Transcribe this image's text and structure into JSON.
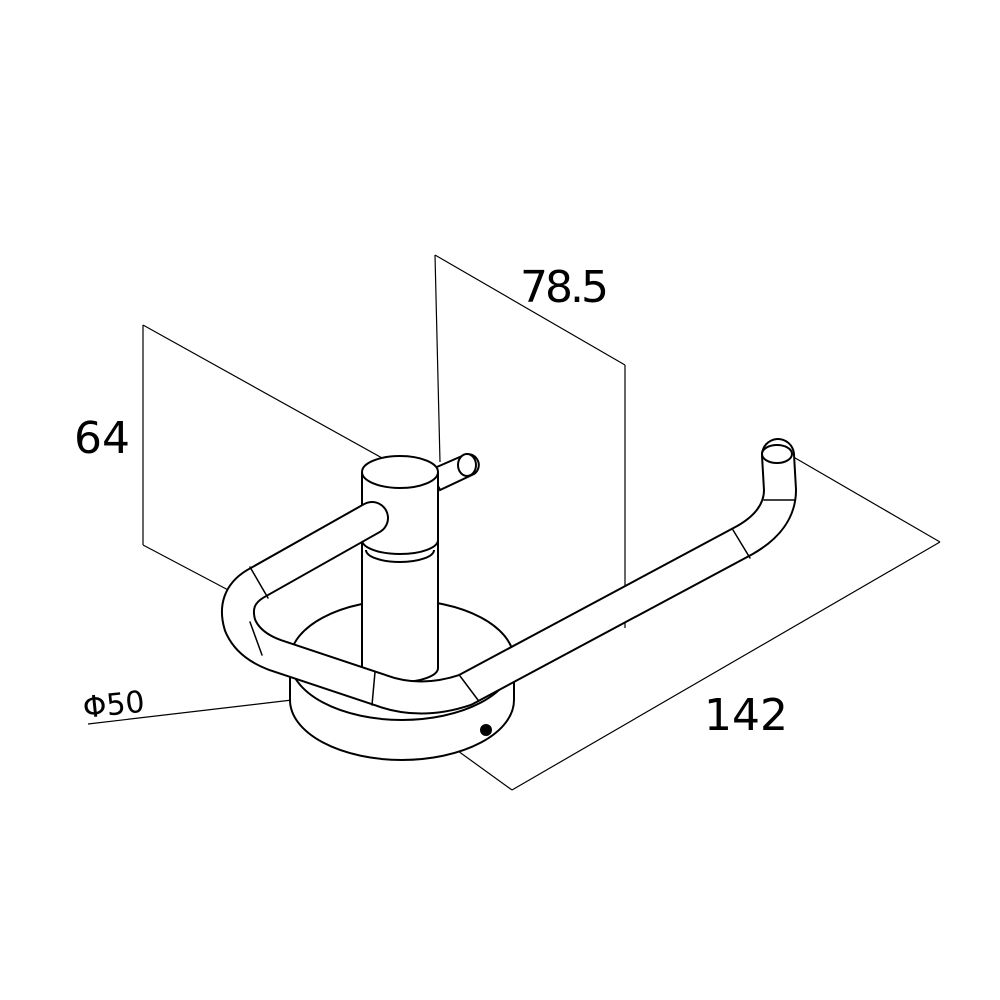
{
  "drawing": {
    "dimensions": {
      "height": "64",
      "depth": "78.5",
      "width": "142",
      "base_diameter": "Φ50"
    },
    "line_color": "#000000",
    "background": "#ffffff"
  }
}
